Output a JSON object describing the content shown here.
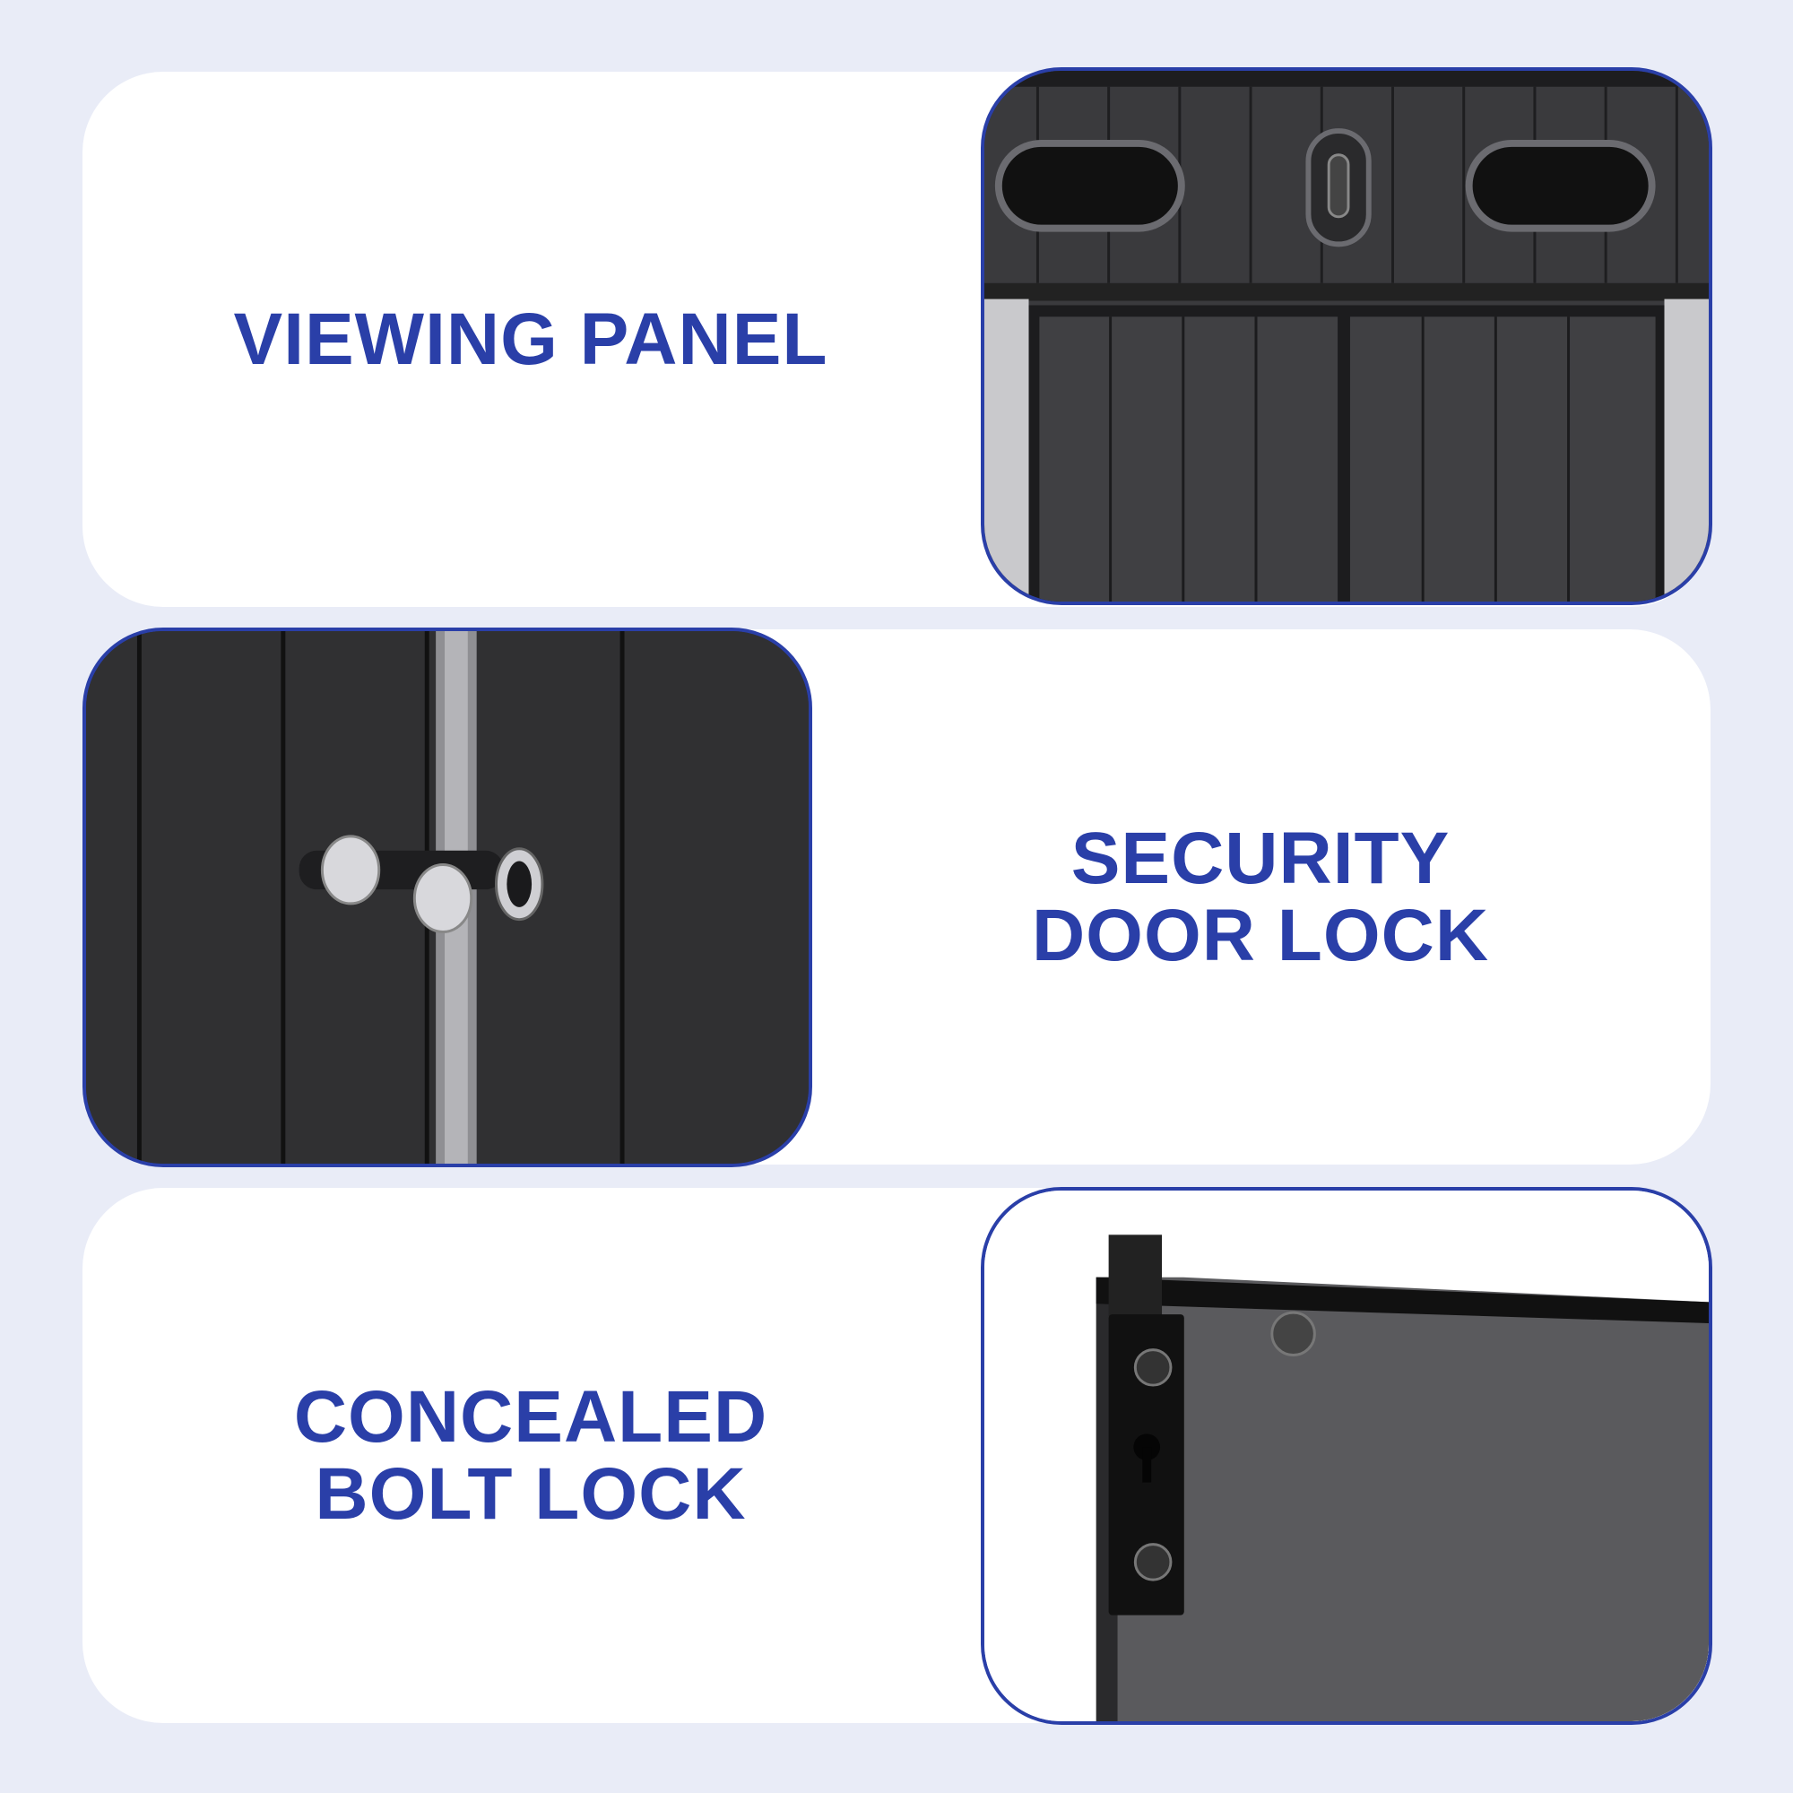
{
  "colors": {
    "background": "#e9ecf7",
    "card": "#ffffff",
    "accent": "#2a3fa8",
    "panel_dark": "#2c2c2e"
  },
  "features": [
    {
      "title_lines": [
        "VIEWING PANEL"
      ],
      "photo": "shed-door-top-vents-photo"
    },
    {
      "title_lines": [
        "SECURITY",
        "DOOR LOCK"
      ],
      "photo": "door-handle-lock-photo"
    },
    {
      "title_lines": [
        "CONCEALED",
        "BOLT LOCK"
      ],
      "photo": "bolt-lock-hardware-photo"
    }
  ]
}
